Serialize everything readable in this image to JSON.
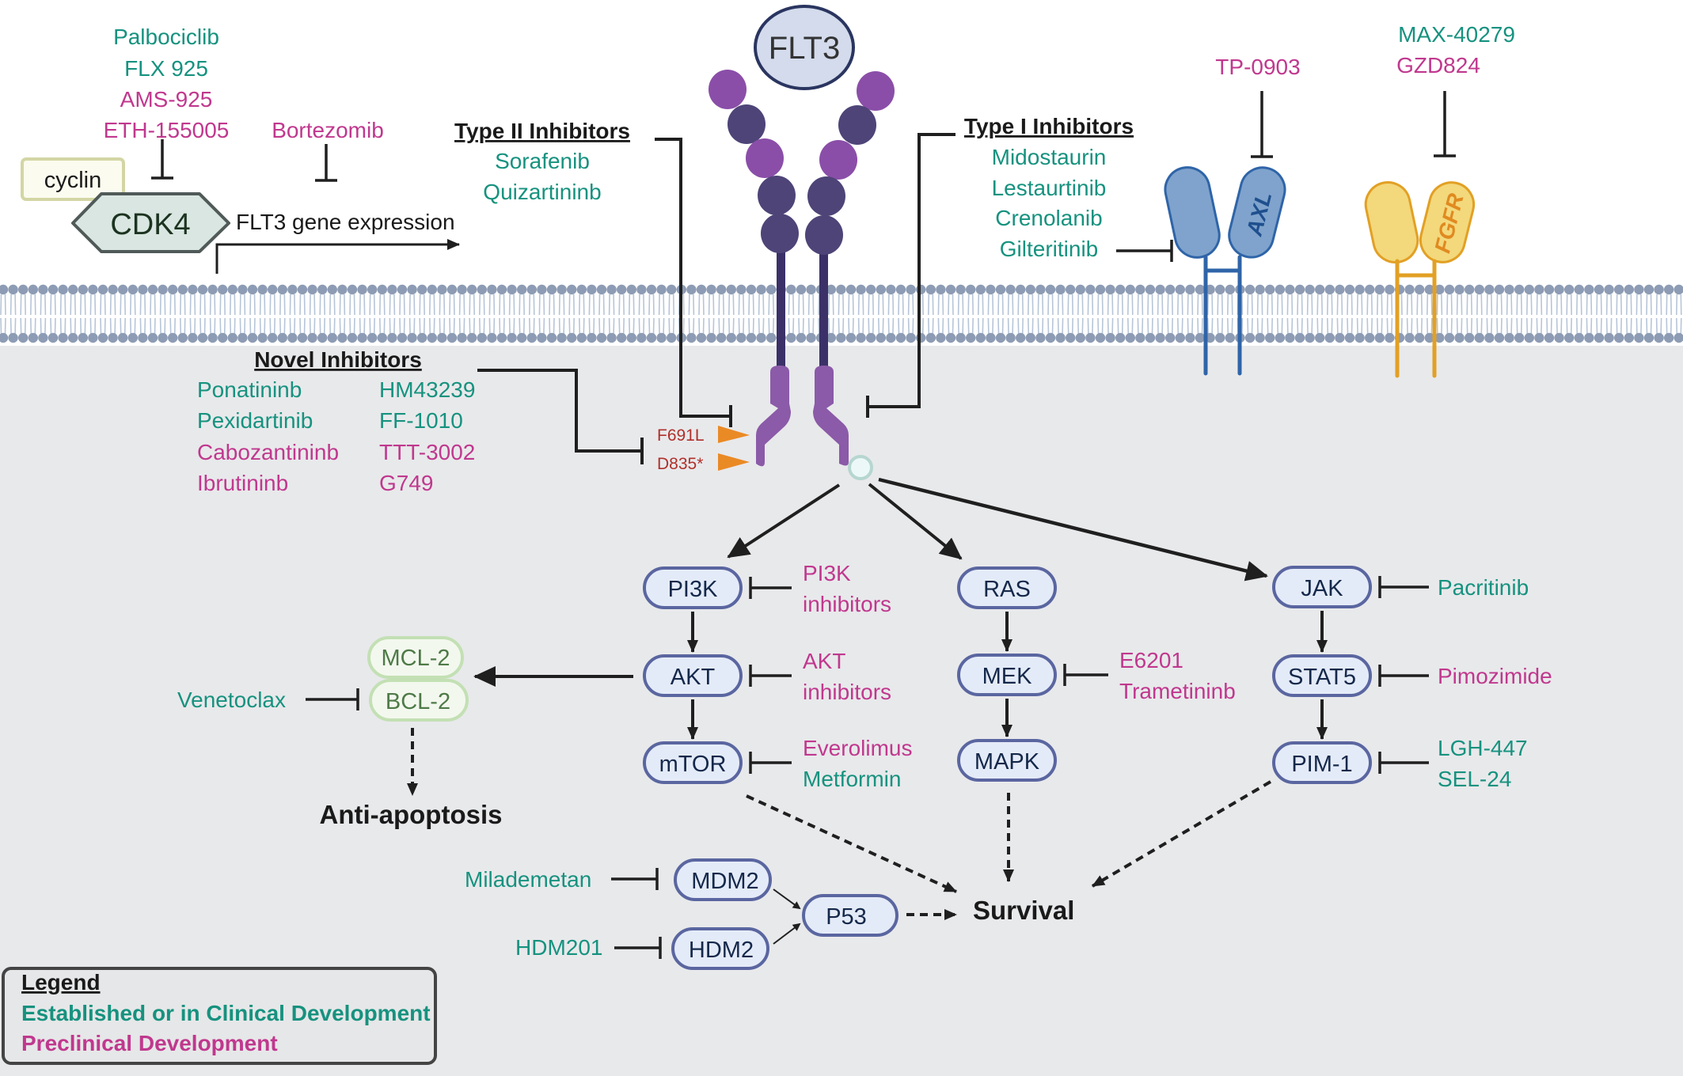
{
  "colors": {
    "established": "#16927f",
    "preclinical": "#c0388e",
    "background_intracellular": "#e8e9eb",
    "node_fill": "#e4ebf8",
    "node_stroke": "#5a66a0",
    "bcl_fill": "#f3f8ee",
    "bcl_stroke": "#c3e0b4",
    "bcl_text": "#4e7a48",
    "membrane_head": "#8d9cb4",
    "membrane_tail": "#b7c5d8",
    "flt3_light": "#8a4ea8",
    "flt3_dark": "#4e4478",
    "flt3_stem": "#3b3168",
    "flt3_intracellular": "#8b5aa8",
    "mutation_marker": "#ea8a25",
    "axl_fill": "#7fa3cc",
    "axl_stroke": "#2f64a8",
    "fgfr_fill": "#f3d87c",
    "fgfr_stroke": "#e2a024"
  },
  "receptor": {
    "name": "FLT3",
    "mutations": [
      "F691L",
      "D835*"
    ]
  },
  "side_receptors": [
    {
      "name": "AXL",
      "inhibitors": [
        {
          "name": "TP-0903",
          "status": "preclinical"
        }
      ]
    },
    {
      "name": "FGFR",
      "inhibitors": [
        {
          "name": "MAX-40279",
          "status": "established"
        },
        {
          "name": "GZD824",
          "status": "preclinical"
        }
      ]
    }
  ],
  "upstream": {
    "cyclin_label": "cyclin",
    "cdk4_label": "CDK4",
    "gene_expression_label": "FLT3 gene expression",
    "cdk4_inhibitors": [
      {
        "name": "Palbociclib",
        "status": "established"
      },
      {
        "name": "FLX 925",
        "status": "established"
      },
      {
        "name": "AMS-925",
        "status": "preclinical"
      },
      {
        "name": "ETH-155005",
        "status": "preclinical"
      }
    ],
    "expression_inhibitors": [
      {
        "name": "Bortezomib",
        "status": "preclinical"
      }
    ]
  },
  "inhibitor_groups": {
    "type2": {
      "title": "Type II Inhibitors",
      "drugs": [
        {
          "name": "Sorafenib",
          "status": "established"
        },
        {
          "name": "Quizartininb",
          "status": "established"
        }
      ]
    },
    "type1": {
      "title": "Type I Inhibitors",
      "drugs": [
        {
          "name": "Midostaurin",
          "status": "established"
        },
        {
          "name": "Lestaurtinib",
          "status": "established"
        },
        {
          "name": "Crenolanib",
          "status": "established"
        },
        {
          "name": "Gilteritinib",
          "status": "established"
        }
      ]
    },
    "novel": {
      "title": "Novel Inhibitors",
      "drugs_col1": [
        {
          "name": "Ponatininb",
          "status": "established"
        },
        {
          "name": "Pexidartinib",
          "status": "established"
        },
        {
          "name": "Cabozantininb",
          "status": "preclinical"
        },
        {
          "name": "Ibrutininb",
          "status": "preclinical"
        }
      ],
      "drugs_col2": [
        {
          "name": "HM43239",
          "status": "established"
        },
        {
          "name": "FF-1010",
          "status": "established"
        },
        {
          "name": "TTT-3002",
          "status": "preclinical"
        },
        {
          "name": "G749",
          "status": "preclinical"
        }
      ]
    }
  },
  "pathways": {
    "pi3k": [
      {
        "node": "PI3K",
        "inhibitors": [
          {
            "name": "PI3K",
            "status": "preclinical"
          },
          {
            "name": "inhibitors",
            "status": "preclinical"
          }
        ]
      },
      {
        "node": "AKT",
        "inhibitors": [
          {
            "name": "AKT",
            "status": "preclinical"
          },
          {
            "name": "inhibitors",
            "status": "preclinical"
          }
        ]
      },
      {
        "node": "mTOR",
        "inhibitors": [
          {
            "name": "Everolimus",
            "status": "preclinical"
          },
          {
            "name": "Metformin",
            "status": "established"
          }
        ]
      }
    ],
    "ras": [
      {
        "node": "RAS",
        "inhibitors": []
      },
      {
        "node": "MEK",
        "inhibitors": [
          {
            "name": "E6201",
            "status": "preclinical"
          },
          {
            "name": "Trametininb",
            "status": "preclinical"
          }
        ]
      },
      {
        "node": "MAPK",
        "inhibitors": []
      }
    ],
    "jak": [
      {
        "node": "JAK",
        "inhibitors": [
          {
            "name": "Pacritinib",
            "status": "established"
          }
        ]
      },
      {
        "node": "STAT5",
        "inhibitors": [
          {
            "name": "Pimozimide",
            "status": "preclinical"
          }
        ]
      },
      {
        "node": "PIM-1",
        "inhibitors": [
          {
            "name": "LGH-447",
            "status": "established"
          },
          {
            "name": "SEL-24",
            "status": "established"
          }
        ]
      }
    ]
  },
  "apoptosis": {
    "nodes": [
      "MCL-2",
      "BCL-2"
    ],
    "inhibitor": {
      "name": "Venetoclax",
      "status": "established"
    },
    "outcome": "Anti-apoptosis"
  },
  "p53_axis": {
    "mdm2": {
      "node": "MDM2",
      "inhibitor": {
        "name": "Milademetan",
        "status": "established"
      }
    },
    "hdm2": {
      "node": "HDM2",
      "inhibitor": {
        "name": "HDM201",
        "status": "established"
      }
    },
    "p53": "P53"
  },
  "outcome_survival": "Survival",
  "legend": {
    "title": "Legend",
    "items": [
      {
        "label": "Established or in Clinical Development",
        "status": "established"
      },
      {
        "label": "Preclinical Development",
        "status": "preclinical"
      }
    ]
  }
}
